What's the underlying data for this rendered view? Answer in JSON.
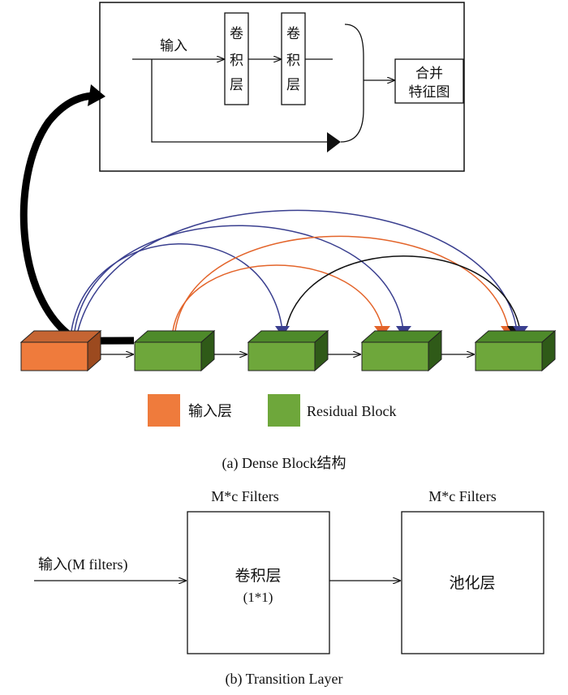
{
  "top_panel": {
    "input_label": "输入",
    "conv1_label": [
      "卷",
      "积",
      "层"
    ],
    "conv2_label": [
      "卷",
      "积",
      "层"
    ],
    "merge_label": [
      "合并",
      "特征图"
    ]
  },
  "legend": {
    "input_layer": "输入层",
    "residual_block": "Residual Block",
    "input_color": "#ef7b3c",
    "residual_color": "#6ea73b"
  },
  "caption_a": "(a) Dense Block结构",
  "transition": {
    "input_label": "输入(M filters)",
    "box1_title": "M*c Filters",
    "box1_label": "卷积层",
    "box1_sub": "(1*1)",
    "box2_title": "M*c Filters",
    "box2_label": "池化层"
  },
  "caption_b": "(b) Transition Layer",
  "colors": {
    "orange_arc": "#e3642a",
    "blue_arc": "#3a3f8f",
    "black_arc": "#111111"
  }
}
